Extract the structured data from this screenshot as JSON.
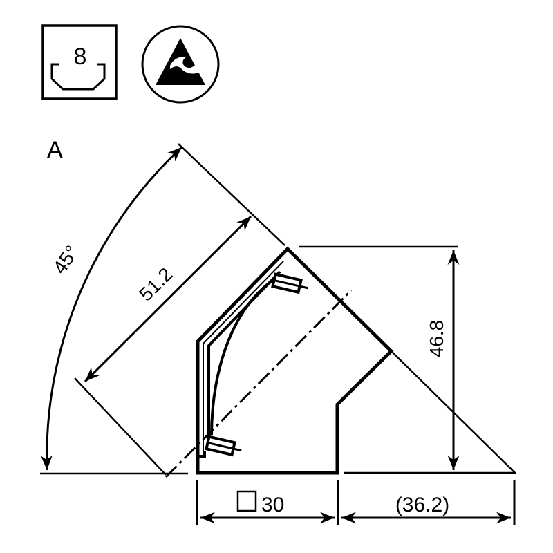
{
  "figure": {
    "view_label": "A",
    "colors": {
      "line": "#000000",
      "background": "#ffffff"
    },
    "icons": [
      {
        "name": "duct-capacity-icon",
        "value": "8"
      },
      {
        "name": "esd-warning-icon"
      }
    ],
    "dimensions": {
      "angle": "45°",
      "diagonal_length": "51.2",
      "height": "46.8",
      "width_square": "30",
      "width_square_symbol": "□",
      "reference_width": "(36.2)"
    }
  }
}
